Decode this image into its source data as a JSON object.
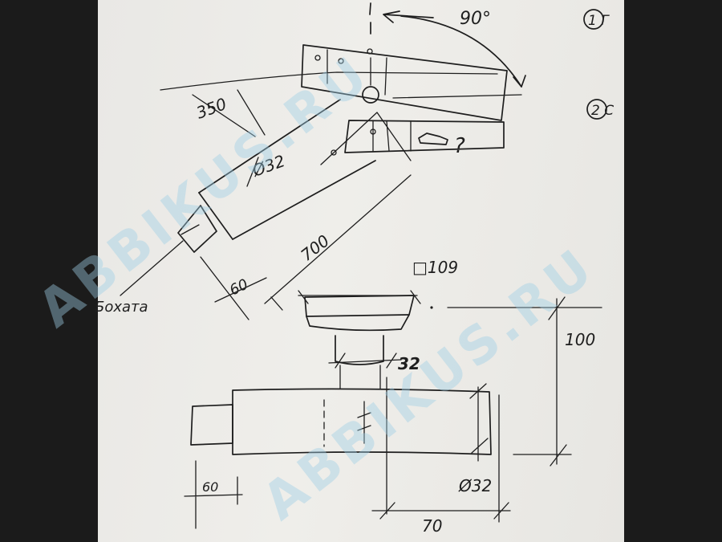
{
  "watermark": "ABBIKUS.RU",
  "notes": {
    "note1": "1 Г",
    "note2": "2 С"
  },
  "top_view": {
    "angle_label": "90°",
    "length_350": "350",
    "diameter_label": "Ø32",
    "length_700": "700",
    "width_60": "60",
    "question": "?",
    "side_label": "Бохата"
  },
  "bottom_view": {
    "square_label": "□109",
    "neck_label": "32",
    "height_label": "100",
    "diameter_label": "Ø32",
    "width_60": "60",
    "width_70": "70"
  }
}
